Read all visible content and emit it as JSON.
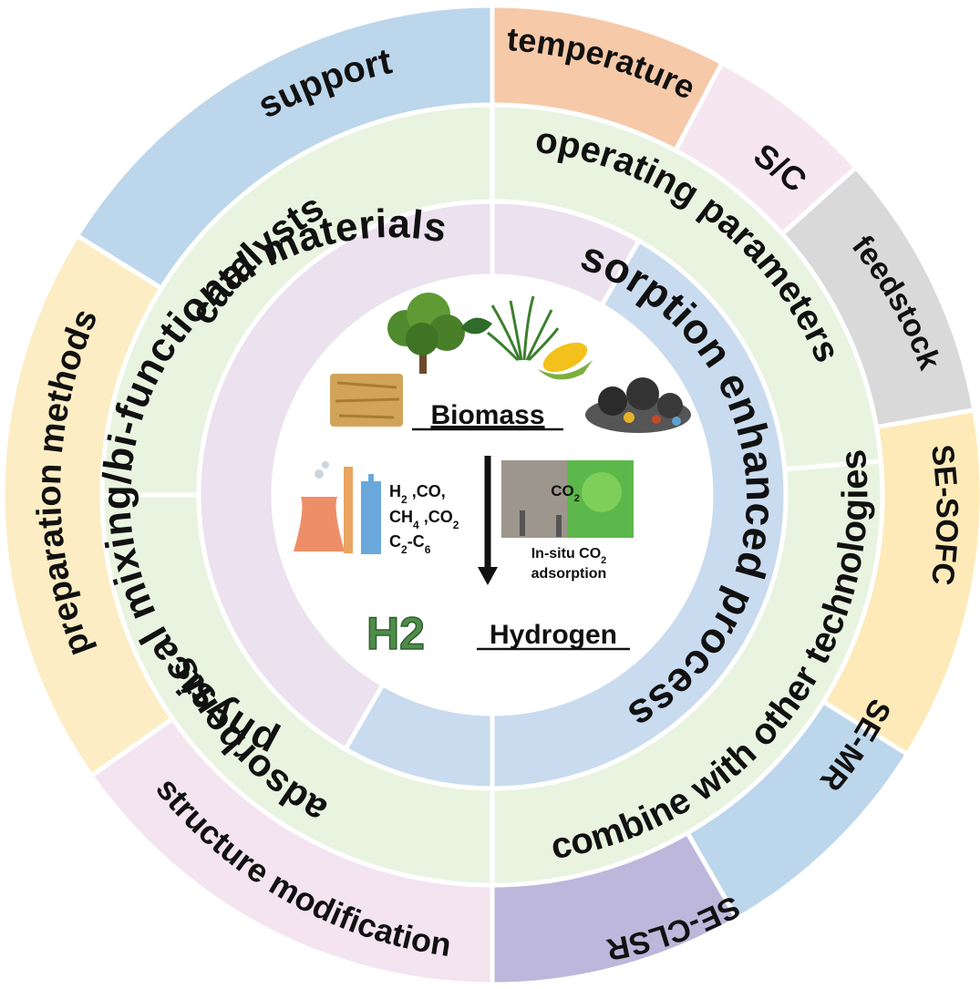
{
  "center": {
    "biomass_label": "Biomass",
    "hydrogen_label": "Hydrogen",
    "h2_logo_text": "H2",
    "gases": [
      "H",
      "2",
      " ,CO,",
      "CH",
      "4",
      " ,CO",
      "2",
      "C",
      "2",
      "-C",
      "6"
    ],
    "co2_scene_text": "CO",
    "co2_scene_sub": "2",
    "insitu_line1": "In-situ CO",
    "insitu_line1_sub": "2",
    "insitu_line2": "adsorption"
  },
  "inner_ring": {
    "left_text": "physical mixing/bi-functional materials",
    "right_text": "sorption enhanced process"
  },
  "middle_ring": {
    "catalysts": "catalysts",
    "adsorbents": "adsorbents",
    "operating_parameters": "operating parameters",
    "combine": "combine with other technologies"
  },
  "outer_ring": {
    "support": "support",
    "preparation_methods": "preparation methods",
    "structure_modification": "structure modification",
    "temperature": "temperature",
    "sc": "S/C",
    "feedstock": "feedstock",
    "se_sofc": "SE-SOFC",
    "se_mr": "SE-MR",
    "se_clsr": "SE-CLSR"
  },
  "colors": {
    "support": "#bcd6ec",
    "preparation": "#fdedc4",
    "structure": "#f3e4f0",
    "temperature": "#f6c9a8",
    "sc": "#f6e6ef",
    "feedstock": "#d9d9d9",
    "se_sofc": "#fdeab8",
    "se_mr": "#bcd6ec",
    "se_clsr": "#bdb7dc",
    "middle_ring": "#e8f4e0",
    "inner_left_top": "#ece1ee",
    "inner_right_bottom": "#c9dbef"
  }
}
